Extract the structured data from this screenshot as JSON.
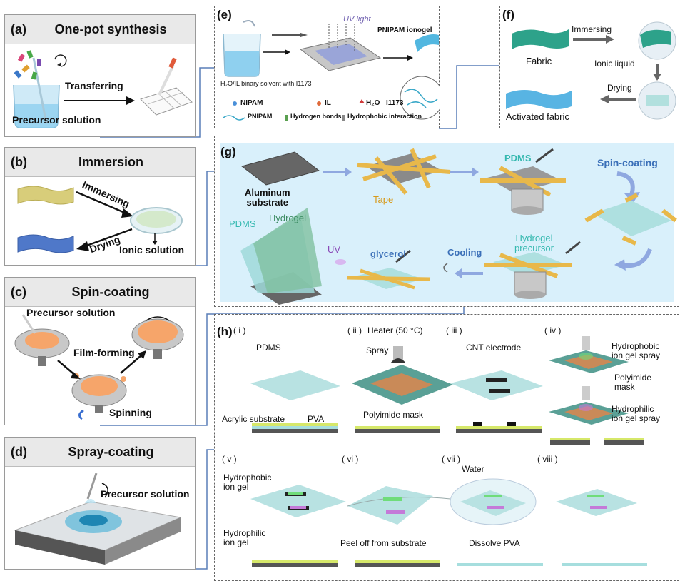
{
  "panels": {
    "a": {
      "label": "(a)",
      "title": "One-pot synthesis",
      "transfer": "Transferring",
      "precursor": "Precursor solution"
    },
    "b": {
      "label": "(b)",
      "title": "Immersion",
      "immersing": "Immersing",
      "drying": "Drying",
      "ionic": "Ionic solution"
    },
    "c": {
      "label": "(c)",
      "title": "Spin-coating",
      "precursor": "Precursor solution",
      "film": "Film-forming",
      "spinning": "Spinning"
    },
    "d": {
      "label": "(d)",
      "title": "Spray-coating",
      "precursor": "Precursor solution"
    },
    "e": {
      "label": "(e)",
      "uv": "UV light",
      "product": "PNIPAM ionogel",
      "solvent": "H₂O/IL binary solvent with I1173",
      "legend": {
        "nipam": "NIPAM",
        "il": "IL",
        "h2o": "H₂O",
        "i1173": "I1173",
        "pnipam": "PNIPAM",
        "hbond": "Hydrogen bonds",
        "hydrophobic": "Hydrophobic interaction"
      }
    },
    "f": {
      "label": "(f)",
      "fabric": "Fabric",
      "immersing": "Immersing",
      "ionic": "Ionic liquid",
      "drying": "Drying",
      "activated": "Activated fabric"
    },
    "g": {
      "label": "(g)",
      "aluminum": "Aluminum\nsubstrate",
      "tape": "Tape",
      "pdms_top": "PDMS",
      "spin": "Spin-coating",
      "pdms_left": "PDMS",
      "hydrogel": "Hydrogel",
      "uv": "UV",
      "glycerol": "glycerol",
      "cooling": "Cooling",
      "precursor": "Hydrogel\nprecursor"
    },
    "h": {
      "label": "(h)",
      "steps": [
        "( i )",
        "( ii )",
        "( iii )",
        "( iv )",
        "( v )",
        "( vi )",
        "( vii )",
        "( viii )"
      ],
      "pdms": "PDMS",
      "heater": "Heater (50 °C)",
      "spray": "Spray",
      "cnt": "CNT electrode",
      "hydrophobic_spray": "Hydrophobic\nion gel spray",
      "polyimide": "Polyimide\nmask",
      "hydrophilic_spray": "Hydrophilic\nion gel spray",
      "acrylic": "Acrylic substrate",
      "pva": "PVA",
      "polyimide_mask": "Polyimide mask",
      "hydrophobic_gel": "Hydrophobic\nion gel",
      "hydrophilic_gel": "Hydrophilic\nion gel",
      "peel": "Peel off from substrate",
      "water": "Water",
      "dissolve": "Dissolve PVA"
    }
  }
}
